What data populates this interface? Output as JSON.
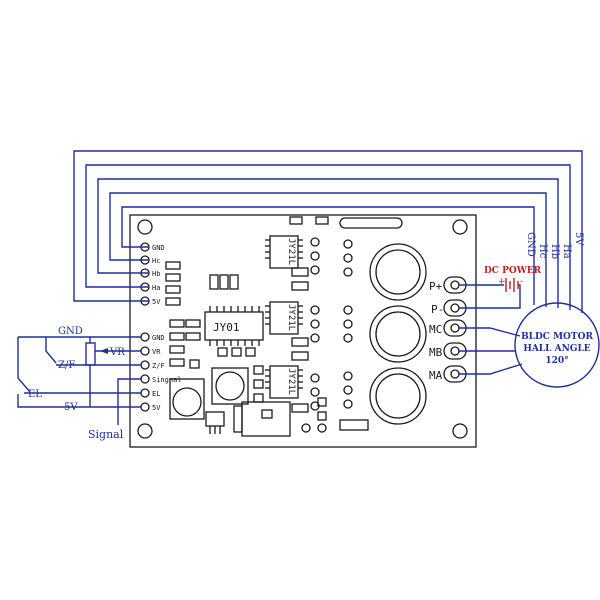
{
  "board": {
    "chip_label": "JY01",
    "driver_label": "JY21L",
    "left_header_pins": [
      "GND",
      "Hc",
      "Hb",
      "Ha",
      "5V"
    ],
    "control_pins": [
      "GND",
      "VR",
      "Z/F",
      "Singnal",
      "EL",
      "5V"
    ],
    "power_pins": [
      "P+",
      "P-"
    ],
    "motor_pins": [
      "MC",
      "MB",
      "MA"
    ]
  },
  "external": {
    "left_labels": [
      "GND",
      "VR",
      "Z/F",
      "EL",
      "5V"
    ],
    "signal_label": "Signal",
    "vertical_labels": [
      "GND",
      "Hc",
      "Hb",
      "Ha",
      "5V"
    ],
    "dc_power": "DC POWER",
    "polarity": {
      "plus": "+",
      "minus": "-"
    },
    "motor": [
      "BLDC MOTOR",
      "HALL ANGLE",
      "120°"
    ]
  },
  "colors": {
    "wiring": "#1f2f9e",
    "board": "#1a1a1a",
    "dc_power": "#c0201a"
  }
}
